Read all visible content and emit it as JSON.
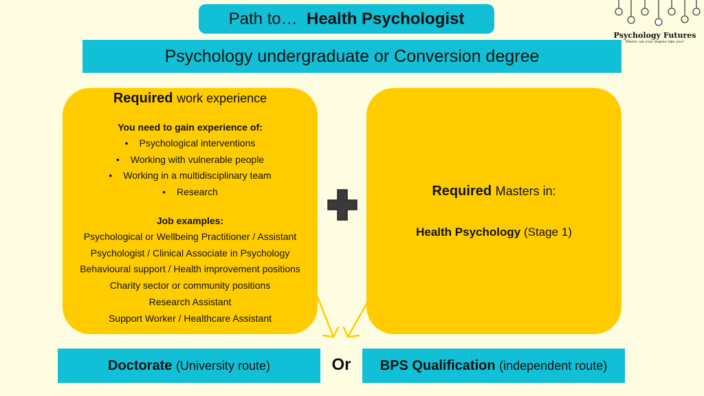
{
  "title": {
    "prefix": "Path to…",
    "bold": "Health Psychologist"
  },
  "degree": "Psychology undergraduate or Conversion degree",
  "work": {
    "heading_bold": "Required",
    "heading_rest": "work experience",
    "experience_label": "You need to gain experience of:",
    "experience": [
      "Psychological interventions",
      "Working with vulnerable people",
      "Working in a multidisciplinary team",
      "Research"
    ],
    "jobs_label": "Job examples:",
    "jobs": [
      "Psychological or Wellbeing Practitioner / Assistant",
      "Psychologist / Clinical Associate in Psychology",
      "Behavioural support / Health improvement positions",
      "Charity sector or community positions",
      "Research Assistant",
      "Support Worker / Healthcare Assistant"
    ]
  },
  "masters": {
    "heading_bold": "Required",
    "heading_rest": "Masters in:",
    "course_bold": "Health Psychology",
    "course_rest": "(Stage 1)"
  },
  "routes": {
    "doctorate_bold": "Doctorate",
    "doctorate_rest": "(University route)",
    "or": "Or",
    "bps_bold": "BPS Qualification",
    "bps_rest": "(independent route)"
  },
  "logo": {
    "name": "Psychology Futures",
    "tagline": "Where can your degree take you?"
  },
  "colors": {
    "teal": "#11c0d6",
    "yellow": "#ffcc00",
    "background": "#fffde1"
  }
}
